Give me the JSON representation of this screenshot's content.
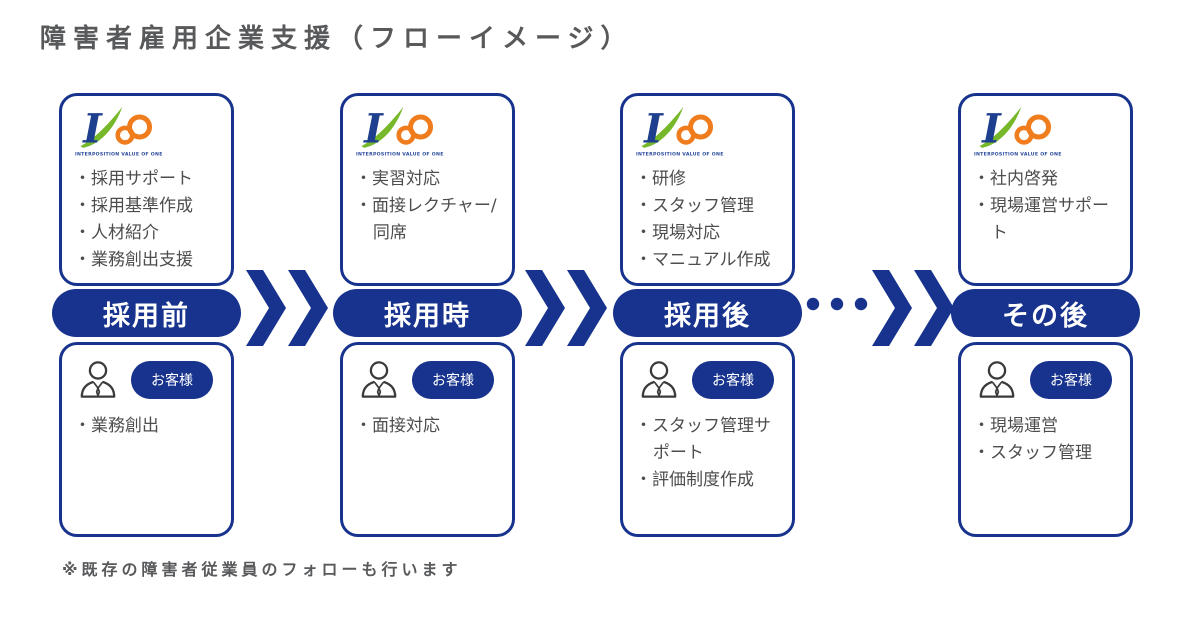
{
  "title": "障害者雇用企業支援（フローイメージ）",
  "footnote": "※既存の障害者従業員のフォローも行います",
  "customer_badge_label": "お客様",
  "logo": {
    "caption": "INTERPOSITION VALUE OF ONE"
  },
  "colors": {
    "primary_blue": "#17338d",
    "logo_green": "#76b82a",
    "logo_orange": "#f07d1d",
    "logo_blue": "#1e3f8e",
    "title_gray": "#58595b",
    "body_text_gray": "#4d4d4d"
  },
  "stages": [
    {
      "label": "採用前",
      "company_services": [
        "採用サポート",
        "採用基準作成",
        "人材紹介",
        "業務創出支援"
      ],
      "customer_tasks": [
        "業務創出"
      ]
    },
    {
      "label": "採用時",
      "company_services": [
        "実習対応",
        "面接レクチャー/同席"
      ],
      "customer_tasks": [
        "面接対応"
      ]
    },
    {
      "label": "採用後",
      "company_services": [
        "研修",
        "スタッフ管理",
        "現場対応",
        "マニュアル作成"
      ],
      "customer_tasks": [
        "スタッフ管理サポート",
        "評価制度作成"
      ]
    },
    {
      "label": "その後",
      "company_services": [
        "社内啓発",
        "現場運営サポート"
      ],
      "customer_tasks": [
        "現場運営",
        "スタッフ管理"
      ]
    }
  ]
}
